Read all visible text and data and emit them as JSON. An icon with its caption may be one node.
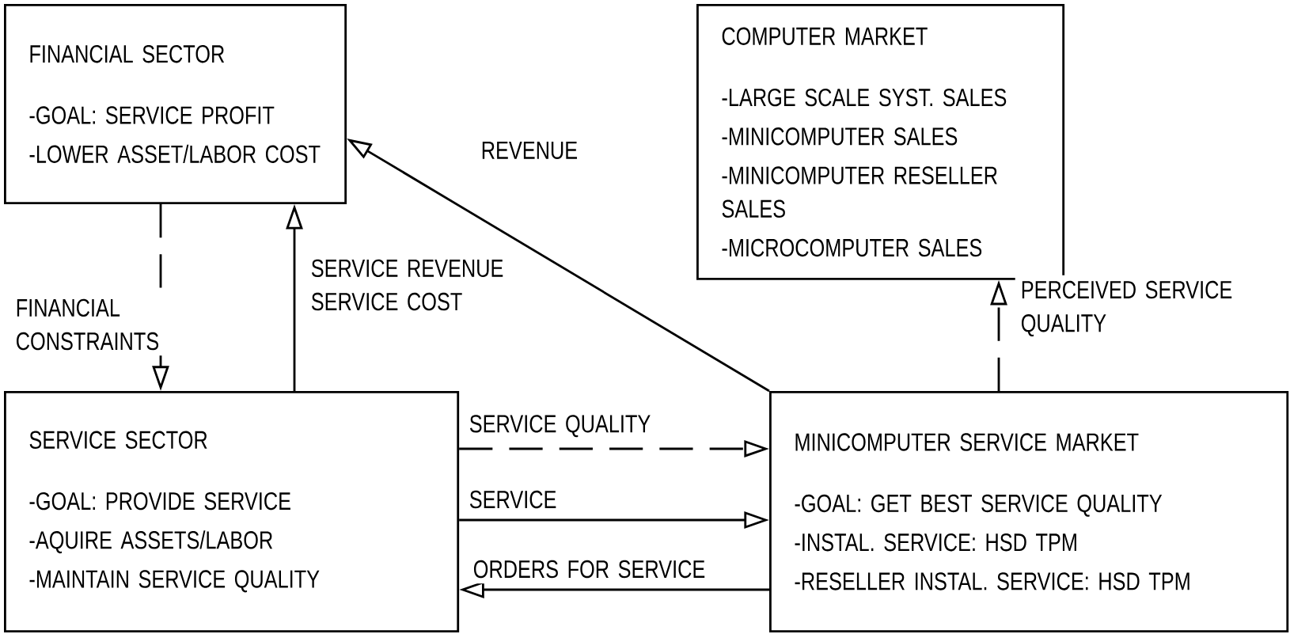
{
  "diagram": {
    "nodes": [
      {
        "text": [
          "FINANCIAL SECTOR",
          "-GOAL: SERVICE PROFIT",
          "-LOWER ASSET/LABOR COST"
        ]
      },
      {
        "text": [
          "COMPUTER MARKET",
          "-LARGE SCALE SYST. SALES",
          "-MINICOMPUTER SALES",
          "-MINICOMPUTER RESELLER SALES",
          "-MICROCOMPUTER SALES"
        ]
      },
      {
        "text": [
          "SERVICE SECTOR",
          "-GOAL: PROVIDE SERVICE",
          "-AQUIRE ASSETS/LABOR",
          "-MAINTAIN SERVICE QUALITY"
        ]
      },
      {
        "text": [
          "MINICOMPUTER SERVICE MARKET",
          "-GOAL: GET BEST SERVICE QUALITY",
          "-INSTAL. SERVICE: HSD TPM",
          "-RESELLER INSTAL. SERVICE: HSD TPM"
        ]
      }
    ],
    "edges": [
      {
        "from": 0,
        "to": 2,
        "arrow": "to",
        "label": "FINANCIAL CONSTRAINTS",
        "style": "dashed"
      },
      {
        "from": 2,
        "to": 0,
        "arrow": "to",
        "label": "SERVICE REVENUE SERVICE COST"
      },
      {
        "from": 3,
        "to": 0,
        "arrow": "to",
        "label": "REVENUE"
      },
      {
        "from": 3,
        "to": 1,
        "arrow": "to",
        "label": "PERCEIVED SERVICE QUALITY",
        "style": "dashed"
      },
      {
        "from": 2,
        "to": 3,
        "arrow": "to",
        "label": "SERVICE QUALITY",
        "style": "dashed"
      },
      {
        "from": 2,
        "to": 3,
        "arrow": "to",
        "label": "SERVICE"
      },
      {
        "from": 3,
        "to": 2,
        "arrow": "to",
        "label": "ORDERS FOR SERVICE"
      }
    ]
  }
}
